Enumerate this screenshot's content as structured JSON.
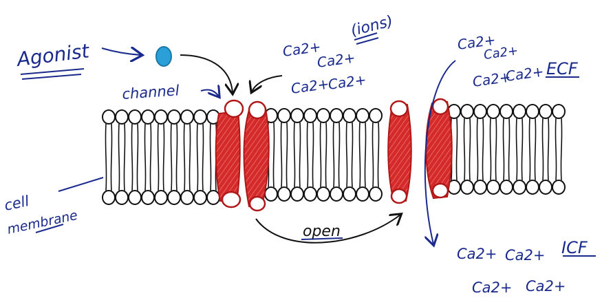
{
  "labels": {
    "agonist": "Agonist",
    "channel": "channel",
    "cell_membrane_1": "cell",
    "cell_membrane_2": "membrane",
    "open": "open",
    "ions": "(ions)",
    "ecf": "ECF",
    "icf": "ICF"
  },
  "ions": {
    "above_left": [
      "Ca2+",
      "Ca2+",
      "Ca2+",
      "Ca2+"
    ],
    "above_right": [
      "Ca2+",
      "Ca2+",
      "Ca2+",
      "Ca2+"
    ],
    "below": [
      "Ca2+",
      "Ca2+",
      "Ca2+",
      "Ca2+"
    ]
  },
  "colors": {
    "ink": "#1a2a8c",
    "channel": "#d42a2a",
    "agonist": "#2a9fd8",
    "lipid": "#111111"
  }
}
